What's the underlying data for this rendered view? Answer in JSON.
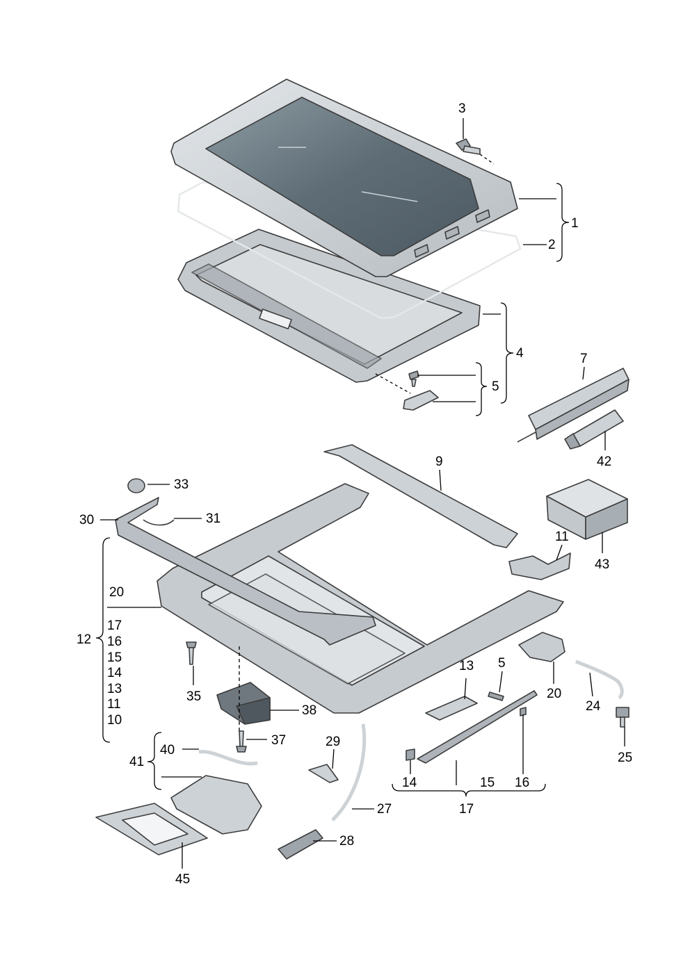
{
  "diagram": {
    "colors": {
      "part_fill": "#cdd2d6",
      "part_shade": "#aeb4b9",
      "glass_dark": "#4d5a63",
      "glass_light": "#8c9aa2",
      "outline": "#3c3c3c",
      "label": "#000000"
    },
    "labels": {
      "p1": "1",
      "p2": "2",
      "p3": "3",
      "p4": "4",
      "p5a": "5",
      "p7": "7",
      "p9": "9",
      "p11a": "11",
      "p42": "42",
      "p43": "43",
      "p33": "33",
      "p30": "30",
      "p31": "31",
      "p20a": "20",
      "p12": "12",
      "g17": "17",
      "g16": "16",
      "g15": "15",
      "g14": "14",
      "g13": "13",
      "g11": "11",
      "g10": "10",
      "p35": "35",
      "p38": "38",
      "p37": "37",
      "p40": "40",
      "p41": "41",
      "p45": "45",
      "p29": "29",
      "p27": "27",
      "p28": "28",
      "p13": "13",
      "p5b": "5",
      "p20b": "20",
      "p24": "24",
      "p25": "25",
      "p14": "14",
      "p15": "15",
      "p16": "16",
      "p17": "17"
    }
  }
}
